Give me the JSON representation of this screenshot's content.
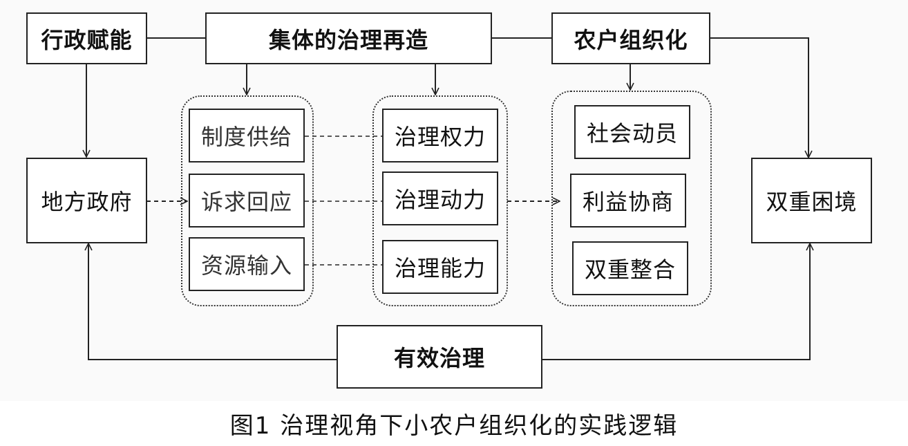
{
  "top_row": {
    "admin_empowerment": "行政赋能",
    "collective_reconstruction": "集体的治理再造",
    "farmer_organization": "农户组织化"
  },
  "local_government": "地方政府",
  "dual_dilemma": "双重困境",
  "effective_governance": "有效治理",
  "group_left": [
    "制度供给",
    "诉求回应",
    "资源输入"
  ],
  "group_middle": [
    "治理权力",
    "治理动力",
    "治理能力"
  ],
  "group_right": [
    "社会动员",
    "利益协商",
    "双重整合"
  ],
  "caption": "图1  治理视角下小农户组织化的实践逻辑"
}
